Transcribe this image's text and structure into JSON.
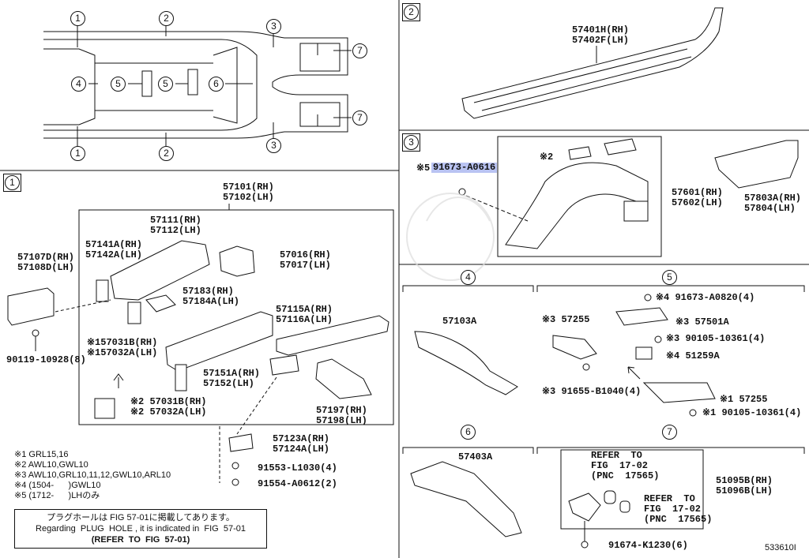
{
  "sections": {
    "s1": "1",
    "s2": "2",
    "s3": "3",
    "s4": "4",
    "s5": "5",
    "s6": "6",
    "s7": "7"
  },
  "overview_callouts": [
    "1",
    "2",
    "3",
    "4",
    "5",
    "5",
    "6",
    "7",
    "7",
    "1",
    "2",
    "3"
  ],
  "panel1": {
    "group_top": "57101(RH)\n57102(LH)",
    "p57107": "57107D(RH)\n57108D(LH)",
    "p57141": "57141A(RH)\n57142A(LH)",
    "p57111": "57111(RH)\n57112(LH)",
    "p57016": "57016(RH)\n57017(LH)",
    "p57183": "57183(RH)\n57184A(LH)",
    "p57115": "57115A(RH)\n57116A(LH)",
    "p57031": "※157031B(RH)\n※157032A(LH)",
    "p57151": "57151A(RH)\n57152(LH)",
    "p57031b": "※2 57031B(RH)\n※2 57032A(LH)",
    "p57197": "57197(RH)\n57198(LH)",
    "p57123": "57123A(RH)\n57124A(LH)",
    "p91553": "91553-L1030(4)",
    "p91554": "91554-A0612(2)",
    "p90119": "90119-10928(8)"
  },
  "footnotes": [
    "※1 GRL15,16",
    "※2 AWL10,GWL10",
    "※3 AWL10,GRL10,11,12,GWL10,ARL10",
    "※4 (1504-      )GWL10",
    "※5 (1712-      )LHのみ"
  ],
  "note_box": {
    "line1": "プラグホールは FIG 57-01に掲載してあります。",
    "line2": "Regarding  PLUG  HOLE , it is indicated in  FIG  57-01",
    "line3": "(REFER  TO  FIG  57-01)"
  },
  "panel2": {
    "p57401": "57401H(RH)\n57402F(LH)"
  },
  "panel3": {
    "p91673_prefix": "※5",
    "p91673": "91673-A0616",
    "p_x2": "※2",
    "p57601": "57601(RH)\n57602(LH)",
    "p57803": "57803A(RH)\n57804(LH)"
  },
  "panel4": {
    "p57103": "57103A"
  },
  "panel5": {
    "p91673": "※4 91673-A0820(4)",
    "p57255a": "※3 57255",
    "p57501": "※3 57501A",
    "p90105a": "※3 90105-10361(4)",
    "p51259": "※4 51259A",
    "p91655": "※3 91655-B1040(4)",
    "p57255b": "※1 57255",
    "p90105b": "※1 90105-10361(4)"
  },
  "panel6": {
    "p57403": "57403A"
  },
  "panel7": {
    "refer1": "REFER  TO\nFIG  17-02\n(PNC  17565)",
    "refer2": "REFER  TO\nFIG  17-02\n(PNC  17565)",
    "p51095": "51095B(RH)\n51096B(LH)",
    "p91674": "91674-K1230(6)"
  },
  "drawing_id": "533610I",
  "colors": {
    "highlight": "#b9c3f2",
    "line": "#111111"
  }
}
